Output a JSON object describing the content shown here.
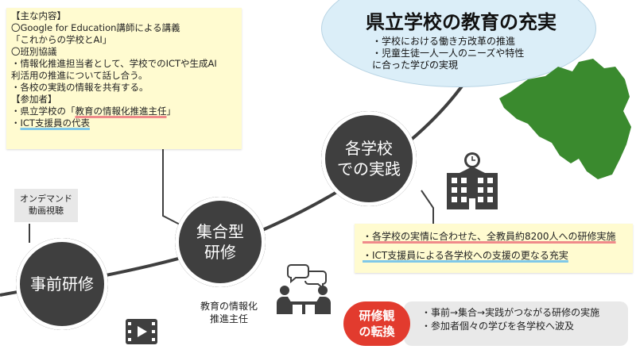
{
  "content": {
    "lines": [
      "【主な内容】",
      "〇Google for Education講師による講義",
      "「これからの学校とAI」",
      "〇班別協議",
      "・情報化推進担当者として、学校でのICTや生成AI",
      "利活用の推進について話し合う。",
      "・各校の実践の情報を共有する。",
      "【参加者】"
    ],
    "participant1_prefix": "・県立学校の「",
    "participant1_highlight": "教育の情報化推進主任",
    "participant1_suffix": "」",
    "participant2_prefix": "・",
    "participant2_highlight": "ICT支援員の代表"
  },
  "goal": {
    "title": "県立学校の教育の充実",
    "items": [
      "・学校における働き方改革の推進",
      "・児童生徒一人一人のニーズや特性",
      "に合った学びの実現"
    ]
  },
  "ondemand": {
    "line1": "オンデマンド",
    "line2": "動画視聴"
  },
  "stages": {
    "pre": {
      "line1": "事前研修"
    },
    "group": {
      "line1": "集合型",
      "line2": "研修"
    },
    "school": {
      "line1": "各学校",
      "line2": "での実践"
    }
  },
  "group_sub": {
    "line1": "教育の情報化",
    "line2": "推進主任"
  },
  "practice": {
    "item1": "・各学校の実情に合わせた、全教員約8200人への研修実施",
    "item2": "・ICT支援員による各学校への支援の更なる充実"
  },
  "shift": {
    "badge_line1": "研修観",
    "badge_line2": "の転換",
    "items": [
      "・事前→集合→実践がつながる研修の実施",
      "・参加者個々の学びを各学校へ波及"
    ]
  },
  "colors": {
    "circle": "#3f3f3f",
    "highlight_box": "#fffbd0",
    "goal_ellipse": "#dbeef8",
    "map_green": "#3a8a2e",
    "badge_red": "#e23b2e",
    "underline_red": "#f08a8a",
    "underline_blue": "#7fc8e8"
  },
  "icons": [
    "video-icon",
    "meeting-icon",
    "school-building-icon",
    "prefecture-map-icon"
  ]
}
